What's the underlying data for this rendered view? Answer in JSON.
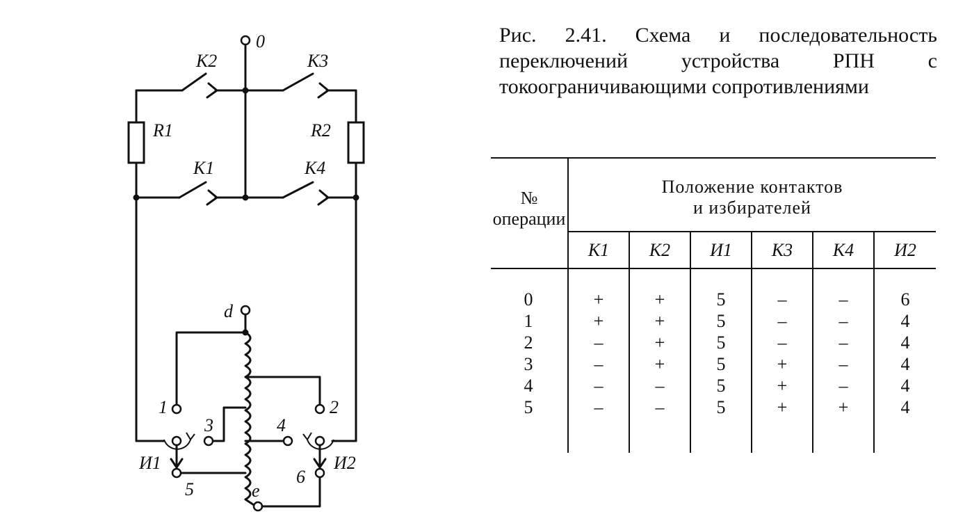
{
  "caption": "Рис. 2.41. Схема и последовательность переключений устройства РПН с токоограничивающими сопротивлениями",
  "diagram": {
    "node_top": "0",
    "switches": [
      "К2",
      "К3",
      "К1",
      "К4"
    ],
    "resistors": [
      "R1",
      "R2"
    ],
    "winding_ends": [
      "d",
      "e"
    ],
    "taps": [
      "1",
      "2",
      "3",
      "4",
      "5",
      "6"
    ],
    "selectors": [
      "И1",
      "И2"
    ]
  },
  "table": {
    "row_header": "№ операции",
    "group_header_line1": "Положение контактов",
    "group_header_line2": "и избирателей",
    "columns": [
      "К1",
      "К2",
      "И1",
      "К3",
      "К4",
      "И2"
    ],
    "rows": [
      [
        "0",
        "+",
        "+",
        "5",
        "–",
        "–",
        "6"
      ],
      [
        "1",
        "+",
        "+",
        "5",
        "–",
        "–",
        "4"
      ],
      [
        "2",
        "–",
        "+",
        "5",
        "–",
        "–",
        "4"
      ],
      [
        "3",
        "–",
        "+",
        "5",
        "+",
        "–",
        "4"
      ],
      [
        "4",
        "–",
        "–",
        "5",
        "+",
        "–",
        "4"
      ],
      [
        "5",
        "–",
        "–",
        "5",
        "+",
        "+",
        "4"
      ]
    ]
  }
}
